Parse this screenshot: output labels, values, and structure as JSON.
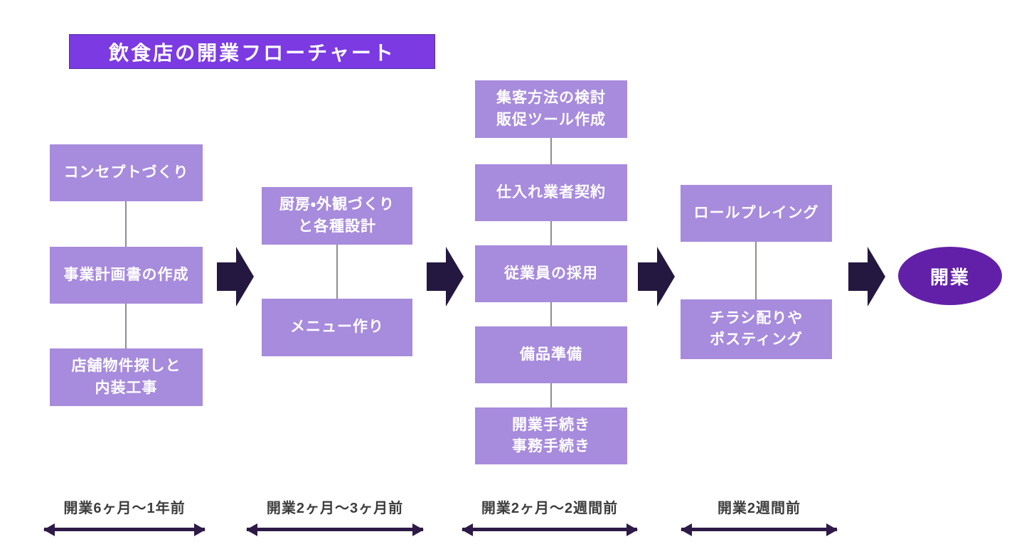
{
  "title": "飲食店の開業フローチャート",
  "goal": "開業",
  "colors": {
    "title_bg": "#7b3ae2",
    "box_bg": "#a78bdc",
    "box_text": "#ffffff",
    "goal_bg": "#6220a8",
    "arrow": "#241840",
    "timeline_arrow": "#2e1a47",
    "timeline_text": "#3d3d3d",
    "connector": "#8e8c96"
  },
  "phases": [
    {
      "steps": [
        "コンセプトづくり",
        "事業計画書の作成",
        "店舗物件探しと\n内装工事"
      ],
      "timeline": "開業6ヶ月〜1年前"
    },
    {
      "steps": [
        "厨房・外観づくり\nと各種設計",
        "メニュー作り"
      ],
      "timeline": "開業2ヶ月〜3ヶ月前"
    },
    {
      "steps": [
        "集客方法の検討\n販促ツール作成",
        "仕入れ業者契約",
        "従業員の採用",
        "備品準備",
        "開業手続き\n事務手続き"
      ],
      "timeline": "開業2ヶ月〜2週間前"
    },
    {
      "steps": [
        "ロールプレイング",
        "チラシ配りや\nポスティング"
      ],
      "timeline": "開業2週間前"
    }
  ]
}
